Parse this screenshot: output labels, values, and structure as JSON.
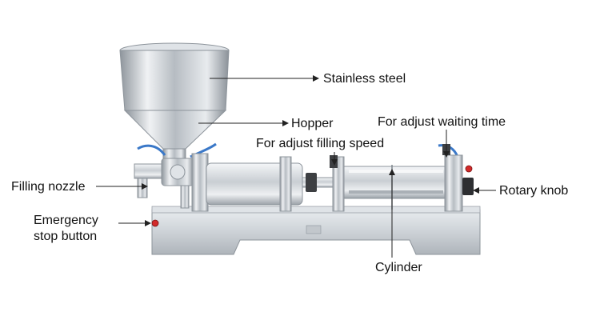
{
  "labels": {
    "stainless_steel": "Stainless steel",
    "hopper": "Hopper",
    "waiting_time": "For adjust waiting time",
    "filling_speed": "For adjust filling speed",
    "filling_nozzle": "Filling nozzle",
    "rotary_knob": "Rotary knob",
    "emergency_line1": "Emergency",
    "emergency_line2": "stop button",
    "cylinder": "Cylinder"
  },
  "colors": {
    "arrow": "#222222",
    "steel_light": "#e6e9ec",
    "steel_mid": "#b9bec4",
    "steel_dark": "#7d848b",
    "accent_red": "#d22a2a",
    "hose_blue": "#3a78c8"
  }
}
